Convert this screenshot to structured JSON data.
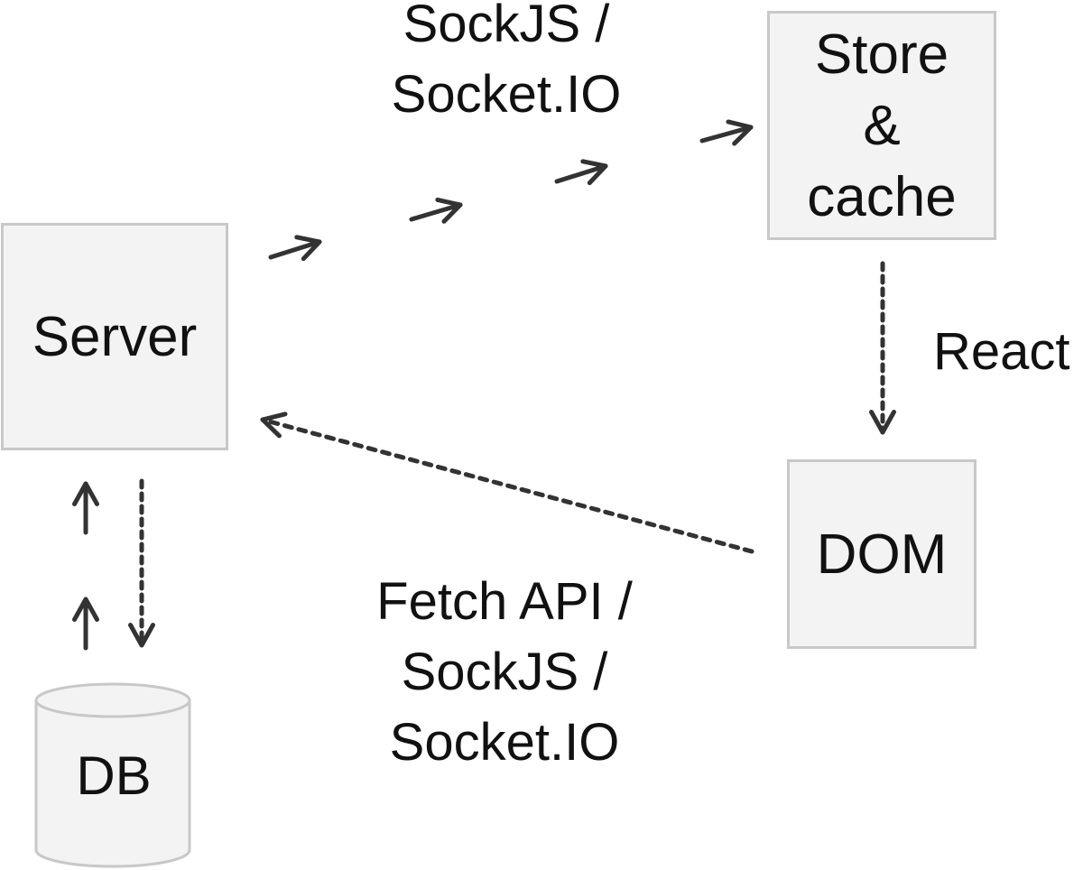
{
  "nodes": {
    "server": "Server",
    "store_line1": "Store",
    "store_line2": "&",
    "store_line3": "cache",
    "dom": "DOM",
    "db": "DB"
  },
  "edges": {
    "server_to_store": {
      "label_line1": "SockJS /",
      "label_line2": "Socket.IO",
      "style": "solid-arrow-sequence"
    },
    "store_to_dom": {
      "label": "React",
      "style": "dotted-arrow"
    },
    "dom_to_server": {
      "label_line1": "Fetch API /",
      "label_line2": "SockJS /",
      "label_line3": "Socket.IO",
      "style": "dotted-arrow"
    },
    "server_db": {
      "style": "solid-up-arrows-and-dotted-down-arrow"
    }
  },
  "colors": {
    "box_fill": "#f3f3f3",
    "box_border": "#c8c8c8",
    "arrow": "#333333",
    "text": "#111111"
  }
}
